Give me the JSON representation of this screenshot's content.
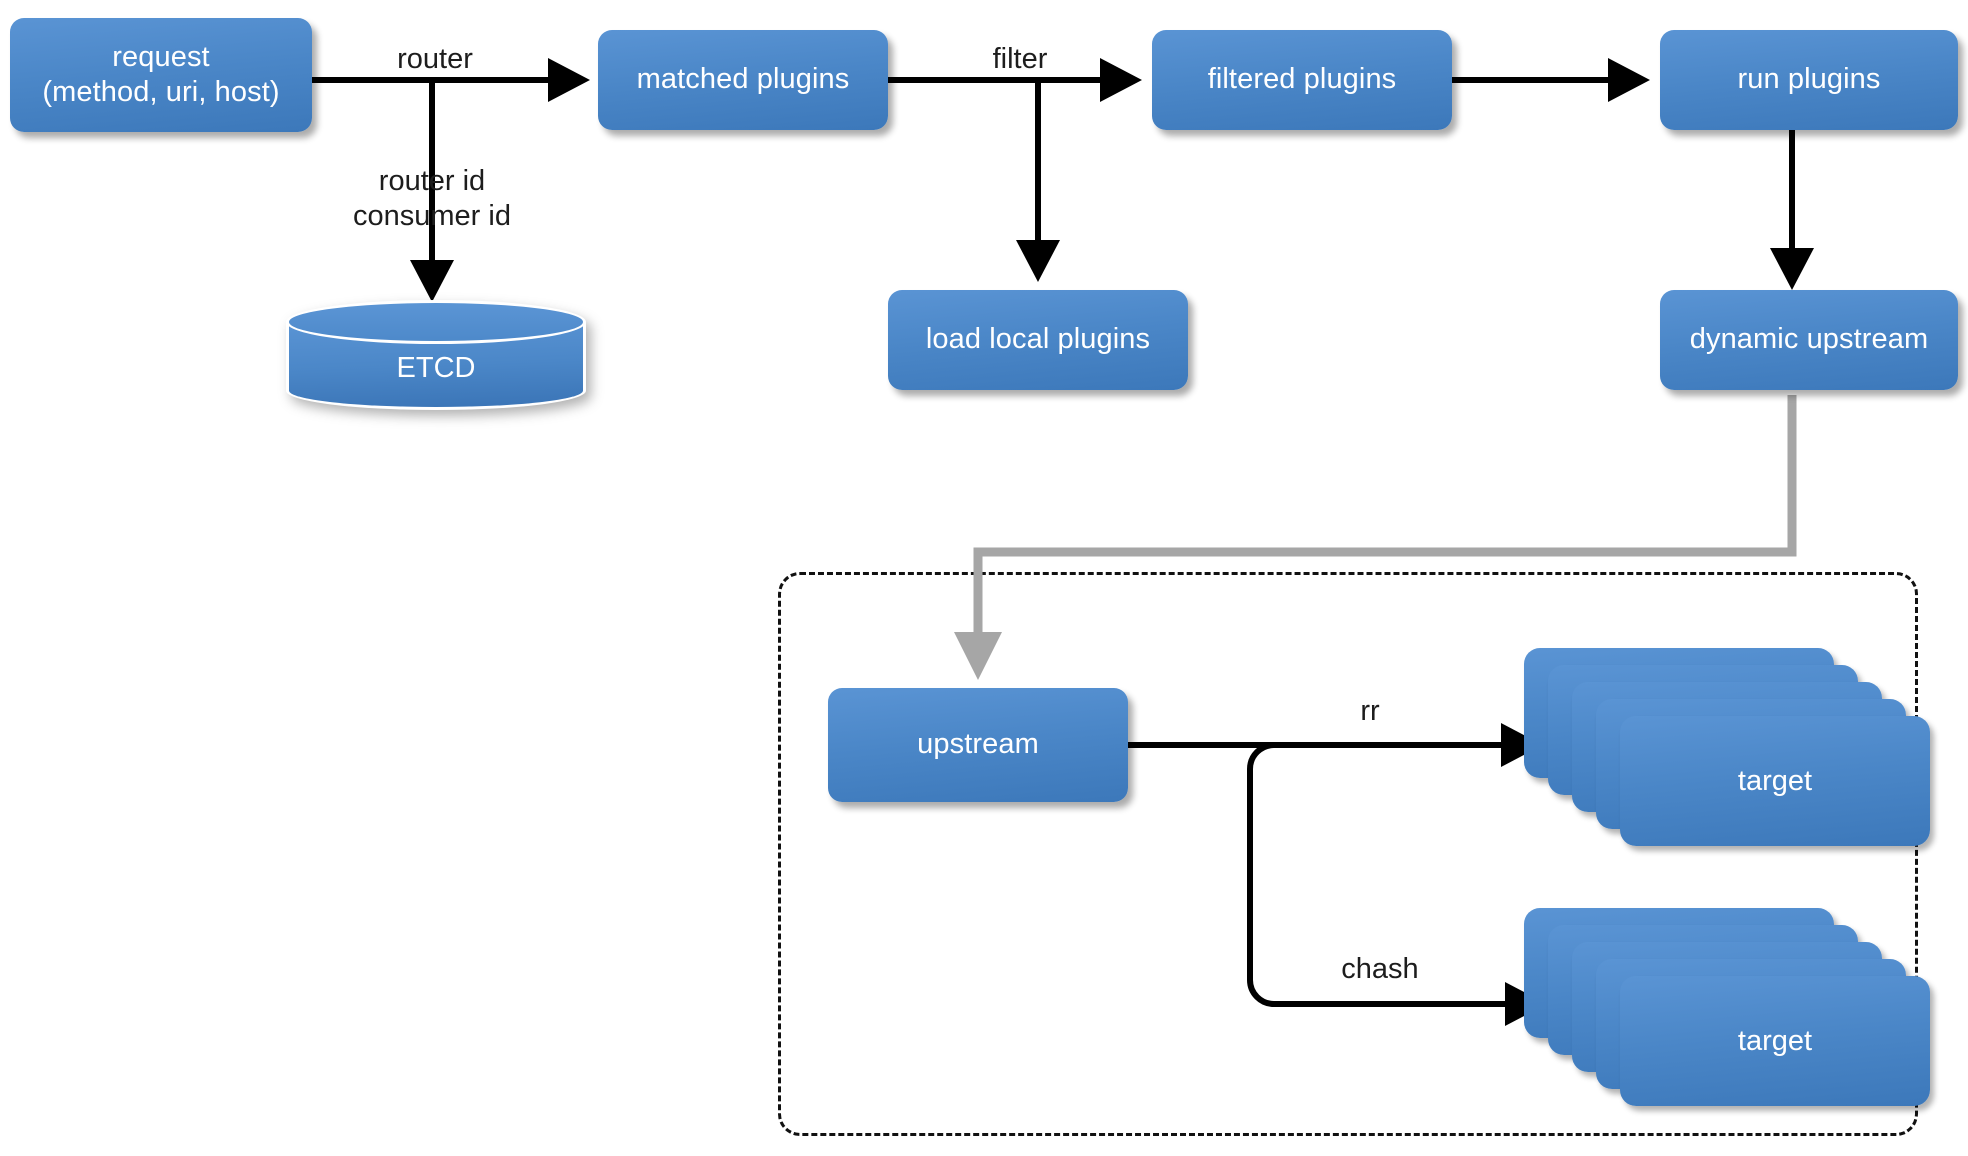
{
  "diagram": {
    "title": "APISIX request processing flow",
    "colors": {
      "node_fill_top": "#5a94d4",
      "node_fill_bottom": "#3c78ba",
      "node_text": "#ffffff",
      "wire_black": "#000000",
      "wire_gray": "#a6a6a6",
      "group_border": "#111111",
      "background": "#ffffff"
    },
    "nodes": [
      {
        "id": "request",
        "label": "request\n(method, uri, host)"
      },
      {
        "id": "matched-plugins",
        "label": "matched plugins"
      },
      {
        "id": "filtered-plugins",
        "label": "filtered plugins"
      },
      {
        "id": "run-plugins",
        "label": "run plugins"
      },
      {
        "id": "etcd",
        "label": "ETCD"
      },
      {
        "id": "load-local-plugins",
        "label": "load local plugins"
      },
      {
        "id": "dynamic-upstream",
        "label": "dynamic upstream"
      },
      {
        "id": "upstream",
        "label": "upstream"
      },
      {
        "id": "target-rr",
        "label": "target"
      },
      {
        "id": "target-chash",
        "label": "target"
      }
    ],
    "edge_labels": {
      "router": "router",
      "router_consumer": "router id\nconsumer id",
      "filter": "filter",
      "rr": "rr",
      "chash": "chash"
    },
    "edges": [
      {
        "from": "request",
        "to": "matched-plugins",
        "label": "router",
        "style": "black-arrow"
      },
      {
        "from": "request",
        "to": "etcd",
        "label": "router id consumer id",
        "style": "black-arrow"
      },
      {
        "from": "matched-plugins",
        "to": "filtered-plugins",
        "label": "filter",
        "style": "black-arrow"
      },
      {
        "from": "matched-plugins",
        "to": "load-local-plugins",
        "label": "",
        "style": "black-arrow"
      },
      {
        "from": "filtered-plugins",
        "to": "run-plugins",
        "label": "",
        "style": "black-arrow"
      },
      {
        "from": "run-plugins",
        "to": "dynamic-upstream",
        "label": "",
        "style": "black-arrow"
      },
      {
        "from": "dynamic-upstream",
        "to": "upstream",
        "label": "",
        "style": "gray-arrow"
      },
      {
        "from": "upstream",
        "to": "target-rr",
        "label": "rr",
        "style": "black-arrow"
      },
      {
        "from": "upstream",
        "to": "target-chash",
        "label": "chash",
        "style": "black-arrow"
      }
    ],
    "group": {
      "id": "upstream-group",
      "label": "",
      "border_style": "dashed"
    }
  }
}
